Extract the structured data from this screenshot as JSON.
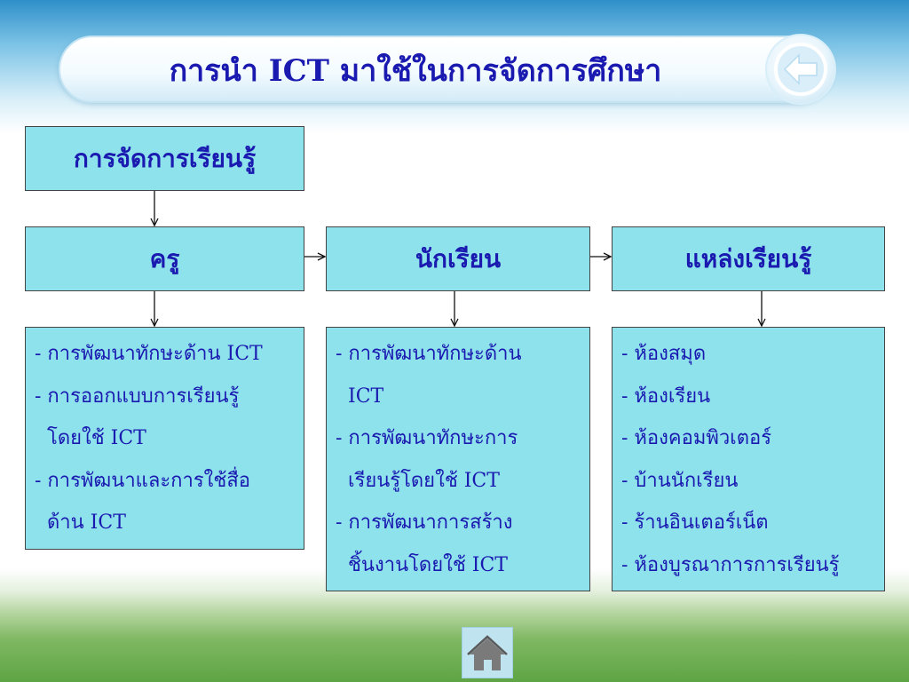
{
  "title": "การนำ ICT มาใช้ในการจัดการศึกษา",
  "nav": {
    "back_icon": "arrow-left-icon",
    "home_icon": "home-icon"
  },
  "diagram": {
    "root": "การจัดการเรียนรู้",
    "teacher": {
      "label": "ครู",
      "items": [
        "- การพัฒนาทักษะด้าน ICT",
        "- การออกแบบการเรียนรู้",
        "โดยใช้ ICT",
        "- การพัฒนาและการใช้สื่อ",
        "ด้าน ICT"
      ]
    },
    "student": {
      "label": "นักเรียน",
      "items": [
        "- การพัฒนาทักษะด้าน",
        "ICT",
        "- การพัฒนาทักษะการ",
        "เรียนรู้โดยใช้ ICT",
        "- การพัฒนาการสร้าง",
        "ชิ้นงานโดยใช้ ICT"
      ]
    },
    "resources": {
      "label": "แหล่งเรียนรู้",
      "items": [
        "- ห้องสมุด",
        "- ห้องเรียน",
        "- ห้องคอมพิวเตอร์",
        "- บ้านนักเรียน",
        "- ร้านอินเตอร์เน็ต",
        "- ห้องบูรณาการการเรียนรู้"
      ]
    }
  },
  "colors": {
    "box_fill": "#8ee2ec",
    "text": "#1a1ab0"
  }
}
